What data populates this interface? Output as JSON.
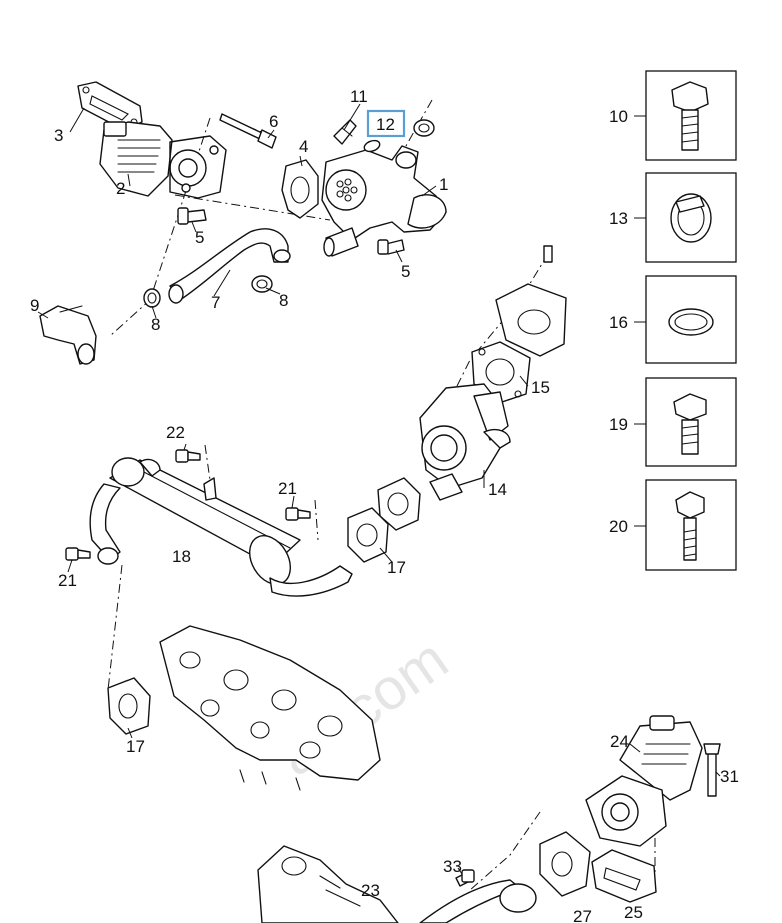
{
  "callouts": {
    "c1": "1",
    "c2": "2",
    "c3": "3",
    "c4": "4",
    "c5a": "5",
    "c5b": "5",
    "c6": "6",
    "c7": "7",
    "c8a": "8",
    "c8b": "8",
    "c9": "9",
    "c10": "10",
    "c11": "11",
    "c12": "12",
    "c13": "13",
    "c14": "14",
    "c15": "15",
    "c16": "16",
    "c17a": "17",
    "c17b": "17",
    "c18": "18",
    "c19": "19",
    "c20": "20",
    "c21a": "21",
    "c21b": "21",
    "c22": "22",
    "c23": "23",
    "c24": "24",
    "c25": "25",
    "c27": "27",
    "c31": "31",
    "c33": "33"
  },
  "highlighted_callout": "12",
  "watermark": "ap.com",
  "colors": {
    "highlight": "#5a9fd4",
    "line": "#111111",
    "background": "#ffffff"
  }
}
